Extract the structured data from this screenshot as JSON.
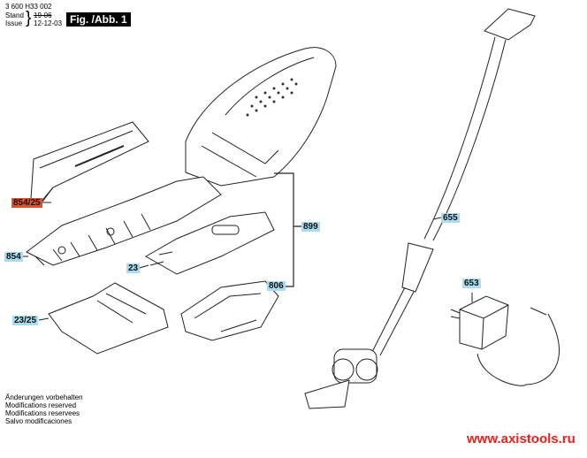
{
  "header": {
    "doc_number": "3 600 H33 002",
    "stand_label": "Stand",
    "issue_label": "Issue",
    "old_date": "19-06",
    "issue_date": "12-12-03",
    "figure_label": "Fig. /Abb. 1"
  },
  "part_labels": {
    "p854_25": "854/25",
    "p854": "854",
    "p23": "23",
    "p23_25": "23/25",
    "p899": "899",
    "p806": "806",
    "p655": "655",
    "p653": "653"
  },
  "footer": {
    "notes": [
      "Änderungen vorbehalten",
      "Modifications reserved",
      "Modifications reservees",
      "Salvo modificaciones"
    ],
    "website": "www.axistools.ru"
  },
  "colors": {
    "label_bg": "#a8dcee",
    "highlight_bg": "#e0502a",
    "website": "#e8231f"
  }
}
